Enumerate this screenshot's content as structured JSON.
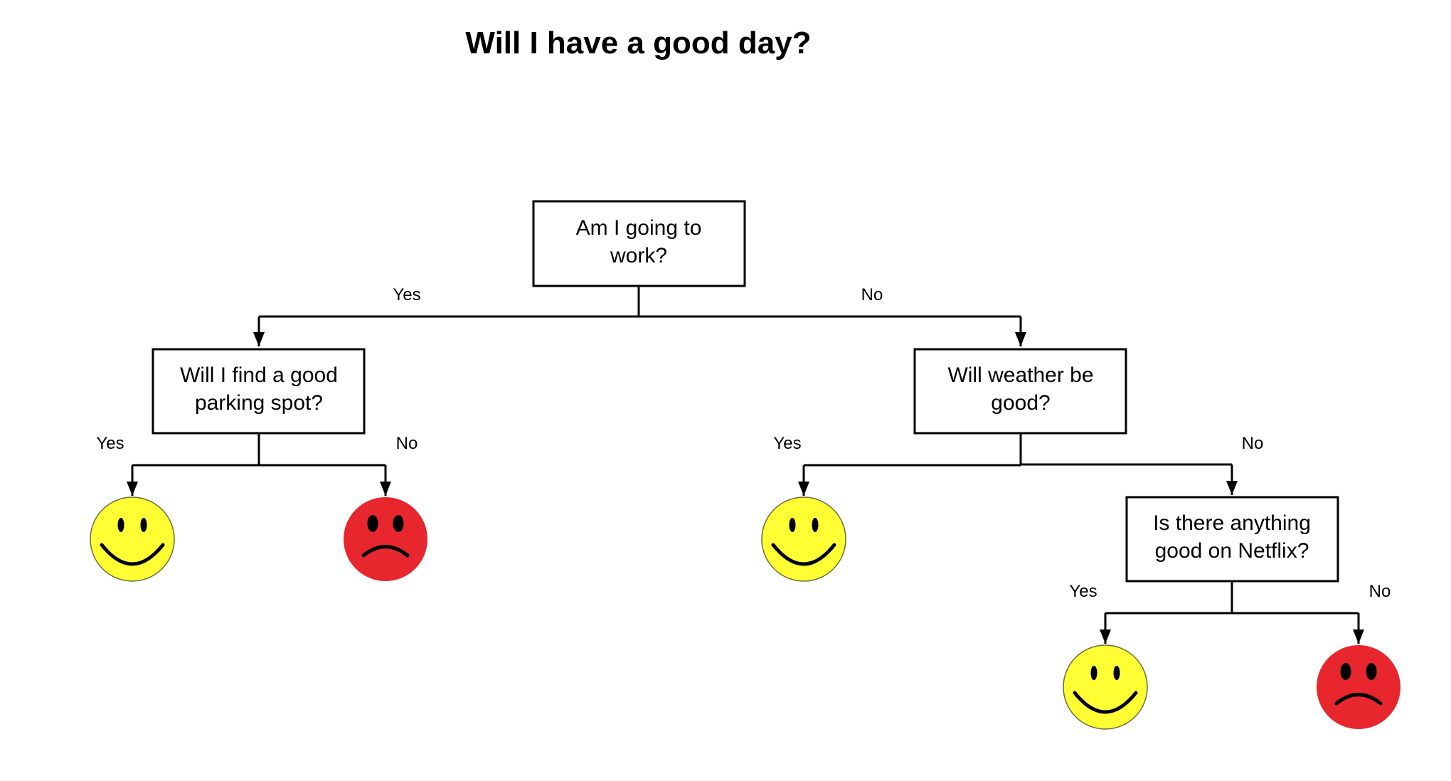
{
  "title": "Will I have a good day?",
  "nodes": {
    "root": {
      "lines": [
        "Am I going to",
        "work?"
      ]
    },
    "parking": {
      "lines": [
        "Will I find a good",
        "parking spot?"
      ]
    },
    "weather": {
      "lines": [
        "Will weather be",
        "good?"
      ]
    },
    "netflix": {
      "lines": [
        "Is there anything",
        "good on Netflix?"
      ]
    }
  },
  "edge_labels": {
    "root_yes": "Yes",
    "root_no": "No",
    "parking_yes": "Yes",
    "parking_no": "No",
    "weather_yes": "Yes",
    "weather_no": "No",
    "netflix_yes": "Yes",
    "netflix_no": "No"
  },
  "outcomes": {
    "parking_yes": "happy",
    "parking_no": "sad",
    "weather_yes": "happy",
    "netflix_yes": "happy",
    "netflix_no": "sad"
  },
  "colors": {
    "happy_face": "#ffff33",
    "sad_face": "#e8262d",
    "line": "#000000"
  }
}
